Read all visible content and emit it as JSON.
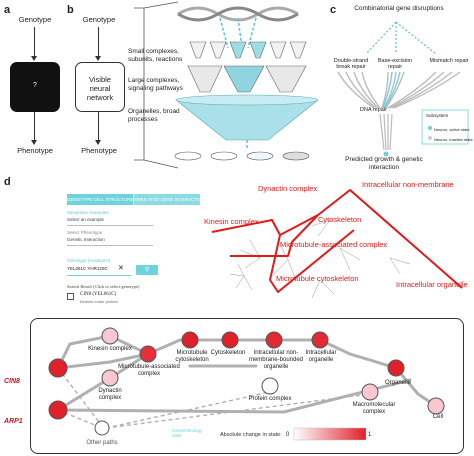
{
  "panel_a": {
    "letter": "a",
    "genotype": "Genotype",
    "box_symbol": "?",
    "phenotype": "Phenotype"
  },
  "panel_b": {
    "letter": "b",
    "genotype": "Genotype",
    "box_text": "Visible neural network",
    "phenotype": "Phenotype",
    "levels": [
      "Small complexes, subunits, reactions",
      "Large complexes, signaling pathways",
      "Organelles, broad processes"
    ]
  },
  "panel_c": {
    "letter": "c",
    "top_label": "Combinatorial gene disruptions",
    "repairs": [
      "Double-strand break repair",
      "Base-excision repair",
      "Mismatch repair"
    ],
    "dna_repair": "DNA repair",
    "subsystem": "Subsystem",
    "neuron_active": "Neuron, active state",
    "neuron_inactive": "Neuron, inactive state",
    "predicted": "Predicted growth & genetic interaction"
  },
  "panel_d": {
    "letter": "d",
    "tabs": [
      "GENOTYPE CELL STRUCTURE",
      "SIMULATED GENE INTERACTION"
    ],
    "simulation_label": "Simulation examples",
    "simulation_value": "Select an example",
    "phenotype_label": "Select Phenotype",
    "phenotype_value": "Genetic Interaction",
    "genes_label": "Genotype (mutations)",
    "genes_value": "YEL061C YHR129C",
    "clear_symbol": "✕",
    "search_symbol": "⚲",
    "search_result": "Search Result (Click to select genotype)",
    "gene_name": "CIN8 (YEL061C)",
    "gene_desc": "Kinesin motor protein",
    "network_labels": [
      "Dynactin complex",
      "Intracellular non-membrane",
      "Kinesin complex",
      "Cytoskeleton",
      "Microtubule-associated complex",
      "Microtubule cytoskeleton",
      "Intracellular organelle"
    ],
    "genes": [
      "CIN8",
      "ARP1"
    ],
    "nodes": [
      "Kinesin complex",
      "Dynactin complex",
      "Microtubule-associated complex",
      "Microtubule cytoskeleton",
      "Cytoskeleton",
      "Intracellular non-membrane-bounded organelle",
      "Intracellular organelle",
      "Organelle",
      "Protein complex",
      "Macromolecular complex",
      "Cell",
      "Other paths"
    ],
    "legend_left": "Gene/Ontology state",
    "legend_label": "Absolute change in state:",
    "legend_min": "0",
    "legend_max": "1",
    "colors": {
      "red": "#e0202a",
      "teal": "#6fd3dc",
      "path_grey": "#b0b0b0"
    }
  }
}
